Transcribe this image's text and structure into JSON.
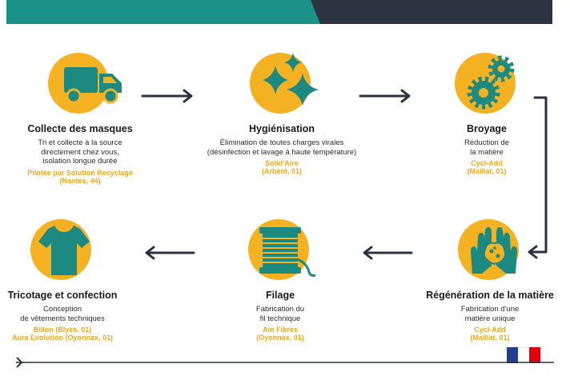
{
  "steps": [
    {
      "title": "Collecte des masques",
      "desc": [
        "Tri et collecte à la source",
        "directement chez vous,",
        "isolation longue durée"
      ],
      "partner": [
        "Pilotée par Solution Recyclage",
        "(Nantes, 44)"
      ],
      "icon": "truck-icon"
    },
    {
      "title": "Hygiénisation",
      "desc": [
        "Élimination de toutes charges virales",
        "(désinfection et lavage à haute température)"
      ],
      "partner": [
        "Solid'Aire",
        "(Arbent, 01)"
      ],
      "icon": "sparkles-icon"
    },
    {
      "title": "Broyage",
      "desc": [
        "Réduction de",
        "la matière"
      ],
      "partner": [
        "Cycl-Add",
        "(Maillat, 01)"
      ],
      "icon": "gears-icon"
    },
    {
      "title": "Régénération de la matière",
      "desc": [
        "Fabrication d'une",
        "matière unique"
      ],
      "partner": [
        "Cycl-Add",
        "(Maillat, 01)"
      ],
      "icon": "hands-material-icon"
    },
    {
      "title": "Filage",
      "desc": [
        "Fabrication du",
        "fil technique"
      ],
      "partner": [
        "Ain Fibres",
        "(Oyonnax, 01)"
      ],
      "icon": "thread-spool-icon"
    },
    {
      "title": "Tricotage et confection",
      "desc": [
        "Conception",
        "de vêtements techniques"
      ],
      "partner": [
        "Billon (Blyes, 01)",
        "Aura Evolution (Oyonnax, 01)"
      ],
      "icon": "tshirt-icon"
    }
  ],
  "colors": {
    "accent": "#f4b223",
    "partner_text": "#f0a81c",
    "icon": "#1c8a80",
    "banner_teal": "#1a9288",
    "banner_dark": "#2d3340",
    "arrow": "#2a3240",
    "flag": [
      "#23408e",
      "#ffffff",
      "#e1000f"
    ]
  },
  "flag": {
    "icon": "french-flag-icon"
  }
}
